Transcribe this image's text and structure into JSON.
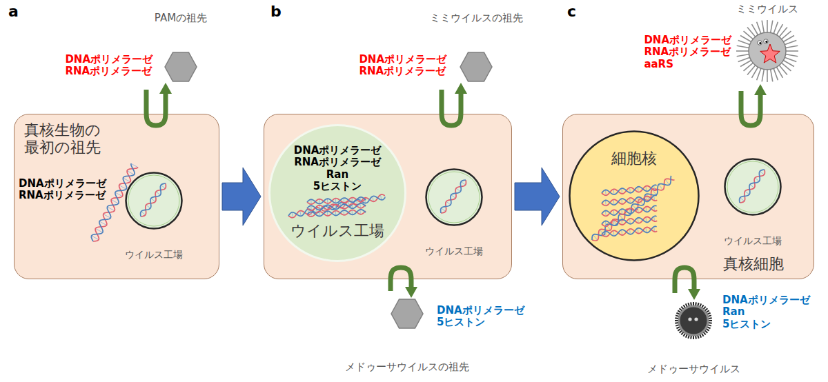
{
  "diagram": {
    "nodes": [
      {
        "text": [
          "PAMの祖先",
          "DNAポリメラーゼ RNAポリメラーゼ"
        ]
      },
      {
        "text": [
          "真核生物の 最初の祖先",
          "DNAポリメラーゼ RNAポリメラーゼ"
        ]
      },
      {
        "text": [
          "ウイルス工場"
        ],
        "in": 1
      },
      {
        "text": [
          "ミミウイルスの祖先",
          "DNAポリメラーゼ RNAポリメラーゼ"
        ]
      },
      {
        "text": []
      },
      {
        "text": [
          "DNAポリメラーゼ RNAポリメラーゼ Ran 5ヒストン",
          "ウイルス工場"
        ],
        "in": 4
      },
      {
        "text": [
          "ウイルス工場"
        ],
        "in": 4
      },
      {
        "text": [
          "メドゥーサウイルスの祖先",
          "DNAポリメラーゼ 5ヒストン"
        ]
      },
      {
        "text": [
          "ミミウイルス",
          "DNAポリメラーゼ RNAポリメラーゼ aaRS"
        ]
      },
      {
        "text": [
          "真核細胞"
        ]
      },
      {
        "text": [
          "細胞核"
        ],
        "in": 9
      },
      {
        "text": [
          "ウイルス工場"
        ],
        "in": 9
      },
      {
        "text": [
          "メドゥーサウイルス",
          "DNAポリメラーゼ Ran 5ヒストン"
        ]
      }
    ],
    "edges": [
      {
        "from": 1,
        "to": 4,
        "arrow": "to"
      },
      {
        "from": 4,
        "to": 9,
        "arrow": "to"
      },
      {
        "from": 1,
        "to": 0,
        "arrow": "to"
      },
      {
        "from": 4,
        "to": 3,
        "arrow": "to"
      },
      {
        "from": 4,
        "to": 7,
        "arrow": "to"
      },
      {
        "from": 9,
        "to": 8,
        "arrow": "to"
      },
      {
        "from": 9,
        "to": 12,
        "arrow": "to"
      }
    ],
    "labels": [
      "a",
      "b",
      "c"
    ]
  }
}
